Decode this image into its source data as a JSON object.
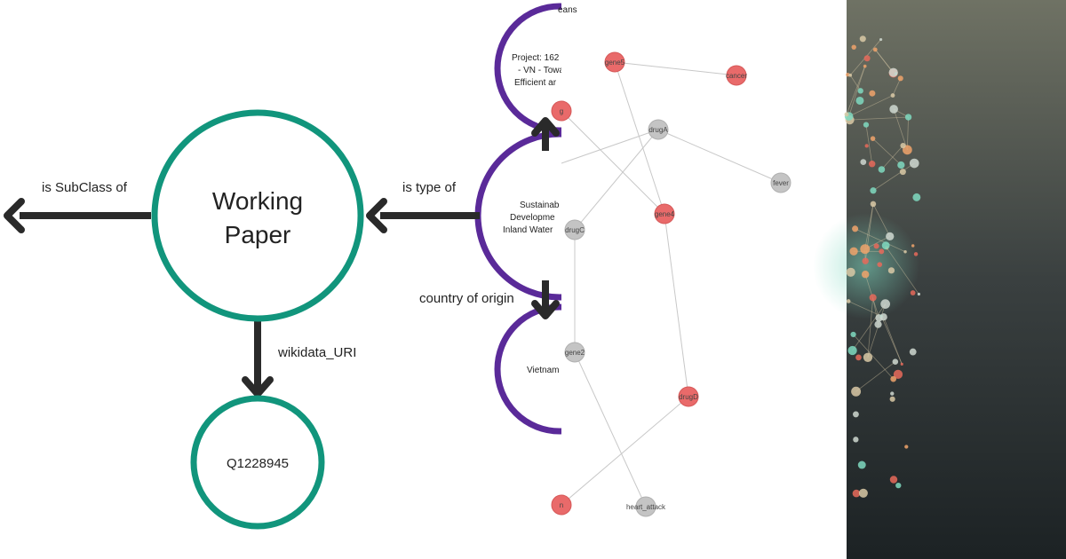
{
  "left_diagram": {
    "central_node": {
      "line1": "Working",
      "line2": "Paper"
    },
    "id_node": "Q1228945",
    "edges": {
      "subclass": "is SubClass of",
      "wikidata": "wikidata_URI",
      "type_of": "is type of",
      "country": "country of origin"
    },
    "purple_nodes": {
      "top_caption": "eans",
      "project": {
        "line1": "Project: 162",
        "line2": "- VN - Towa",
        "line3": "Efficient ar"
      },
      "sustainable": {
        "line1": "Sustainab",
        "line2": "Developme",
        "line3": "Inland Water"
      },
      "country": "Vietnam"
    },
    "colors": {
      "green": "#11957c",
      "purple": "#5a2a99",
      "arrow": "#2a2a2a"
    }
  },
  "graph": {
    "nodes": [
      {
        "id": "gene5",
        "label": "gene5",
        "kind": "red"
      },
      {
        "id": "cancer",
        "label": "cancer",
        "kind": "red"
      },
      {
        "id": "drugA",
        "label": "drugA",
        "kind": "gray"
      },
      {
        "id": "fever",
        "label": "fever",
        "kind": "gray"
      },
      {
        "id": "gene4",
        "label": "gene4",
        "kind": "red"
      },
      {
        "id": "drugC",
        "label": "drugC",
        "kind": "gray"
      },
      {
        "id": "gene2",
        "label": "gene2",
        "kind": "gray"
      },
      {
        "id": "drugD",
        "label": "drugD",
        "kind": "red"
      },
      {
        "id": "heart_attack",
        "label": "heart_attack",
        "kind": "gray"
      },
      {
        "id": "red_edge_top",
        "label": "g",
        "kind": "red"
      },
      {
        "id": "red_edge_bottom",
        "label": "n",
        "kind": "red"
      }
    ],
    "links": [
      [
        "gene5",
        "cancer"
      ],
      [
        "gene5",
        "gene4"
      ],
      [
        "drugA",
        "fever"
      ],
      [
        "red_edge_top",
        "gene4"
      ],
      [
        "drugC",
        "gene2"
      ],
      [
        "gene2",
        "heart_attack"
      ],
      [
        "gene4",
        "drugD"
      ],
      [
        "drugD",
        "red_edge_bottom"
      ]
    ],
    "colors": {
      "red": "#e96a6a",
      "gray": "#c4c4c4",
      "link": "#c8c8c8"
    }
  },
  "art_panel": {
    "colors": {
      "top": "#6f7264",
      "bottom": "#1c2224",
      "line": "#d9c9a6",
      "teal": "#7fd9c0",
      "orange": "#f0a36b"
    }
  }
}
